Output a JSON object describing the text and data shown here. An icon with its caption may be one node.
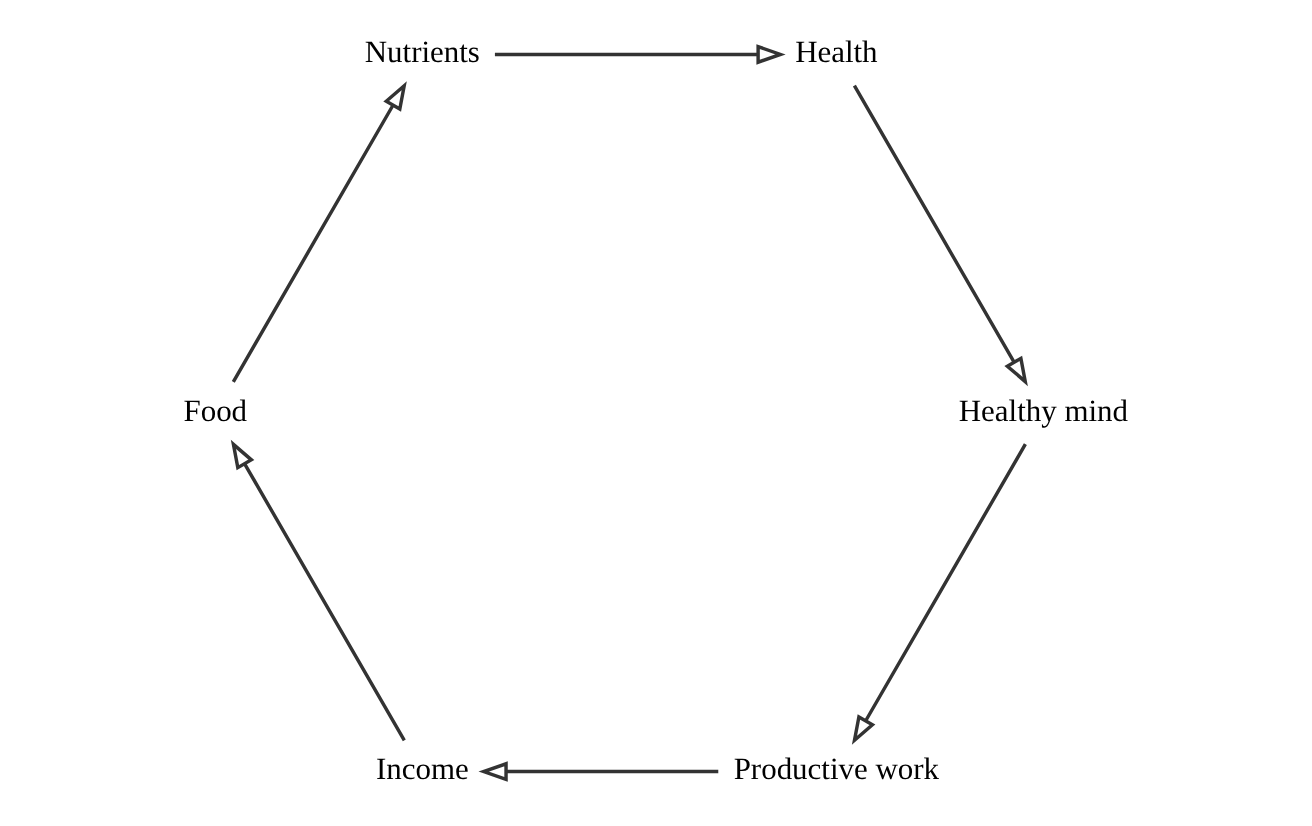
{
  "diagram": {
    "nodes": [
      {
        "text": [
          "Productive work"
        ]
      },
      {
        "text": [
          "Income"
        ]
      },
      {
        "text": [
          "Food"
        ]
      },
      {
        "text": [
          "Nutrients"
        ]
      },
      {
        "text": [
          "Health"
        ]
      },
      {
        "text": [
          "Healthy mind"
        ]
      }
    ],
    "edges": [
      {
        "from": 0,
        "to": 1,
        "arrow": "to"
      },
      {
        "from": 1,
        "to": 2,
        "arrow": "to"
      },
      {
        "from": 2,
        "to": 3,
        "arrow": "to"
      },
      {
        "from": 3,
        "to": 4,
        "arrow": "to"
      },
      {
        "from": 4,
        "to": 5,
        "arrow": "to"
      },
      {
        "from": 5,
        "to": 0,
        "arrow": "to"
      }
    ]
  }
}
